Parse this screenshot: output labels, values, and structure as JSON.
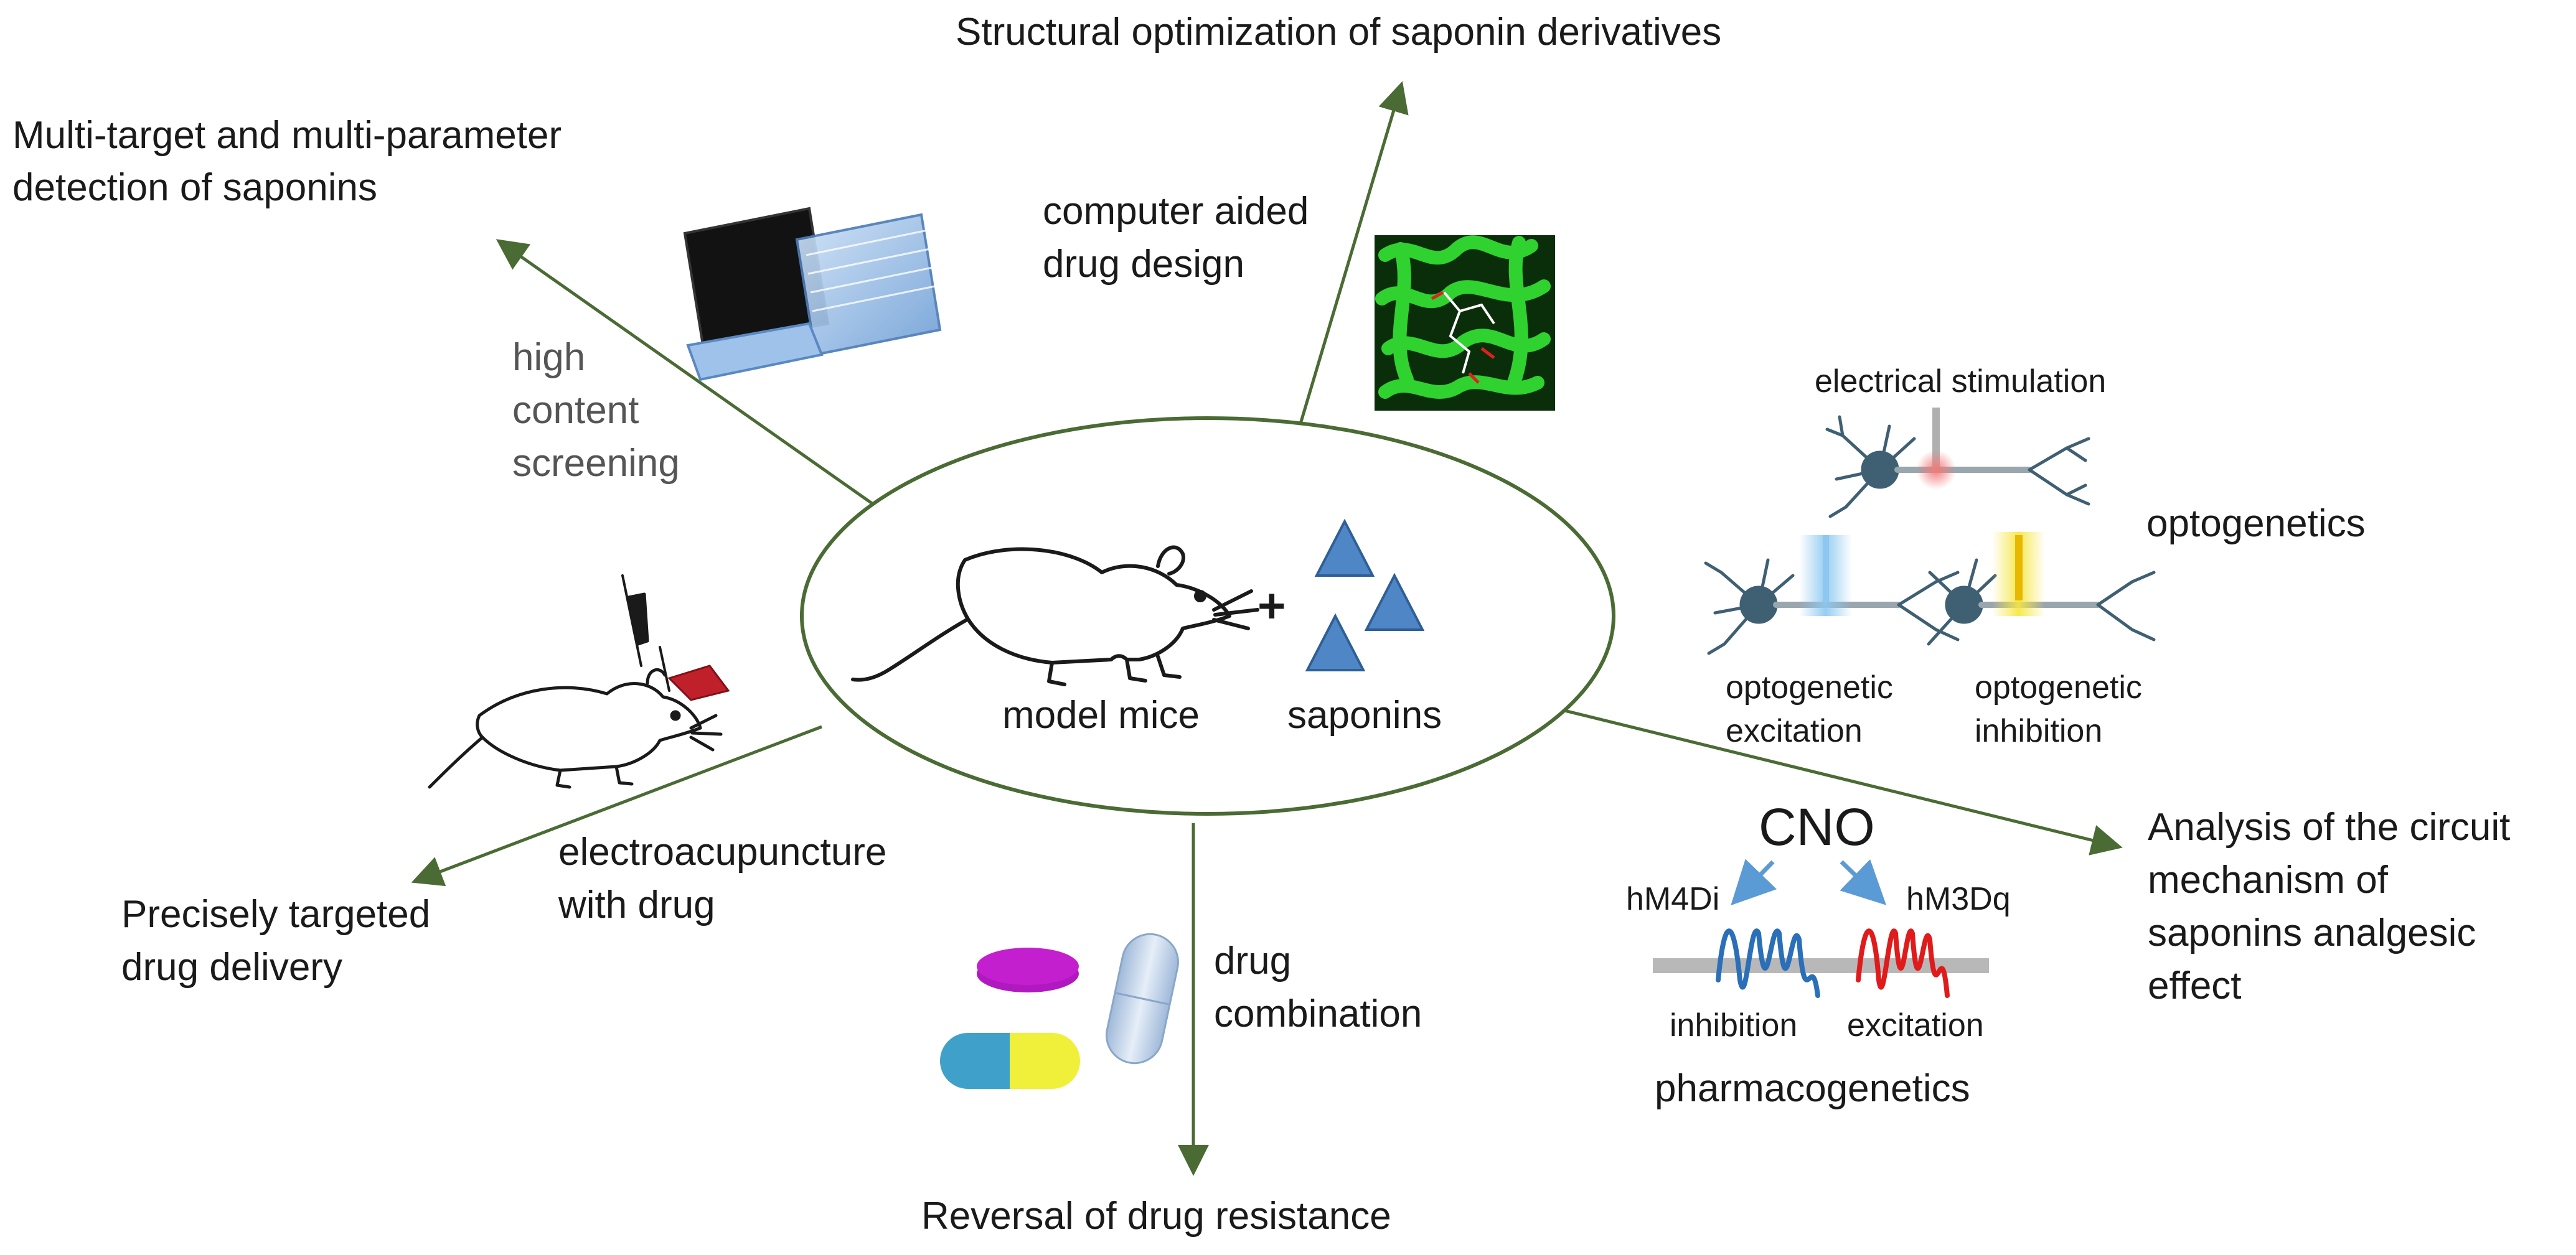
{
  "outcomes": {
    "structural": "Structural optimization of saponin derivatives",
    "multitarget_line1": "Multi-target and multi-parameter",
    "multitarget_line2": "detection of saponins",
    "targeted_line1": "Precisely targeted",
    "targeted_line2": "drug delivery",
    "reversal": "Reversal of drug resistance",
    "circuit_line1": "Analysis of the circuit",
    "circuit_line2": "mechanism of",
    "circuit_line3": "saponins analgesic",
    "circuit_line4": "effect"
  },
  "methods": {
    "cadd_line1": "computer aided",
    "cadd_line2": "drug design",
    "hcs_line1": "high",
    "hcs_line2": "content",
    "hcs_line3": "screening",
    "ea_line1": "electroacupuncture",
    "ea_line2": "with drug",
    "combo_line1": "drug",
    "combo_line2": "combination"
  },
  "center": {
    "mice_label": "model mice",
    "plus": "+",
    "saponins_label": "saponins"
  },
  "optogenetics": {
    "title": "optogenetics",
    "stimulation": "electrical stimulation",
    "excitation_line1": "optogenetic",
    "excitation_line2": "excitation",
    "inhibition_line1": "optogenetic",
    "inhibition_line2": "inhibition"
  },
  "pharmacogenetics": {
    "title": "pharmacogenetics",
    "cno": "CNO",
    "receptor_left": "hM4Di",
    "receptor_right": "hM3Dq",
    "left_effect": "inhibition",
    "right_effect": "excitation"
  },
  "colors": {
    "arrow": "#4a6b34",
    "ellipse": "#4a6b34",
    "triangle": "#4f86c6",
    "protein": "#2fd22f",
    "neuron": "#3f5f73",
    "blue_glow": "#8cc8f0",
    "yellow_glow": "#f6e640",
    "red_glow": "#f27a7a",
    "inhibit_wave": "#2a6fb8",
    "excite_wave": "#e01b1b",
    "cno_arrow": "#5b9bd5",
    "pill_magenta": "#c41fcf",
    "pill_teal": "#3fa1c9",
    "pill_yellow": "#f0f03a"
  },
  "icons": [
    "mouse-icon",
    "electrode-mouse-icon",
    "microplate-icon",
    "protein-structure-icon",
    "neuron-icon",
    "pill-icon",
    "capsule-icon"
  ]
}
